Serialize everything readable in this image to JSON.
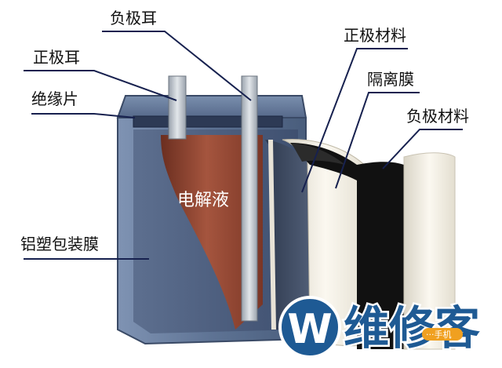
{
  "labels": {
    "negative_tab": "负极耳",
    "positive_tab": "正极耳",
    "insulation_sheet": "绝缘片",
    "positive_material": "正极材料",
    "separator": "隔离膜",
    "negative_material": "负极材料",
    "electrolyte": "电解液",
    "aluminum_plastic_film": "铝塑包装膜"
  },
  "watermark": {
    "logo_letter": "W",
    "brand_name": "维修客",
    "tag_text": "···手机"
  },
  "colors": {
    "casing": "#5a6f8e",
    "casing_light": "#8fa3c0",
    "electrolyte": "#9c4b35",
    "electrolyte_dark": "#6e2f20",
    "tab_metal": "#b7bfc9",
    "separator": "#f4f0e6",
    "negative_material": "#0f0f0f",
    "leader_line": "#17214f",
    "brand_blue": "#1e5a94"
  }
}
